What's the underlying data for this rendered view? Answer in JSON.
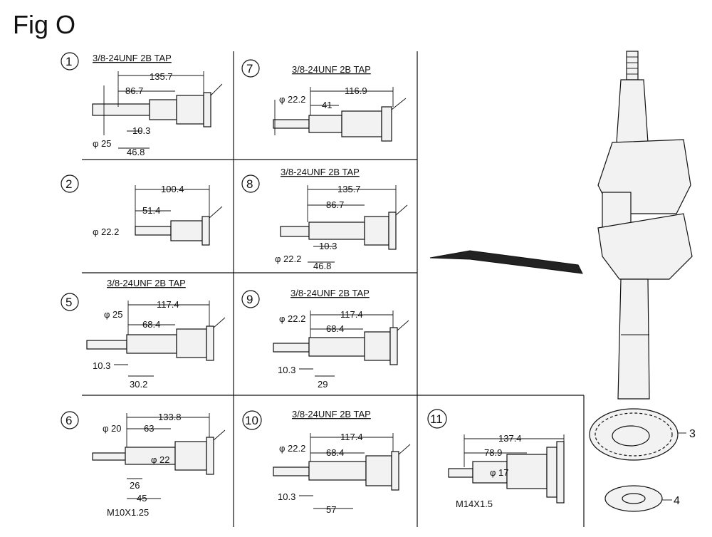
{
  "figure_title": "Fig O",
  "panels": [
    {
      "id": "1",
      "number": "1",
      "tap": "3/8-24UNF 2B TAP",
      "dims": [
        "135.7",
        "86.7",
        "10.3",
        "φ 25",
        "46.8"
      ]
    },
    {
      "id": "7",
      "number": "7",
      "tap": "3/8-24UNF 2B TAP",
      "dims": [
        "116.9",
        "φ 22.2",
        "41"
      ]
    },
    {
      "id": "2",
      "number": "2",
      "tap": "",
      "dims": [
        "100.4",
        "51.4",
        "φ 22.2"
      ]
    },
    {
      "id": "8",
      "number": "8",
      "tap": "3/8-24UNF 2B TAP",
      "dims": [
        "135.7",
        "86.7",
        "10.3",
        "φ 22.2",
        "46.8"
      ]
    },
    {
      "id": "5",
      "number": "5",
      "tap": "3/8-24UNF 2B TAP",
      "dims": [
        "117.4",
        "φ 25",
        "68.4",
        "10.3",
        "30.2"
      ]
    },
    {
      "id": "9",
      "number": "9",
      "tap": "3/8-24UNF 2B TAP",
      "dims": [
        "117.4",
        "φ 22.2",
        "68.4",
        "10.3",
        "29"
      ]
    },
    {
      "id": "6",
      "number": "6",
      "tap": "",
      "dims": [
        "133.8",
        "φ 20",
        "63",
        "φ 22",
        "26",
        "45",
        "M10X1.25"
      ]
    },
    {
      "id": "10",
      "number": "10",
      "tap": "3/8-24UNF 2B TAP",
      "dims": [
        "117.4",
        "φ 22.2",
        "68.4",
        "10.3",
        "57"
      ]
    },
    {
      "id": "11",
      "number": "11",
      "tap": "",
      "dims": [
        "137.4",
        "78.9",
        "φ 17",
        "M14X1.5"
      ]
    }
  ],
  "part_labels": [
    "3",
    "4"
  ],
  "icons": {
    "arrow": "pointer-arrow-icon"
  }
}
